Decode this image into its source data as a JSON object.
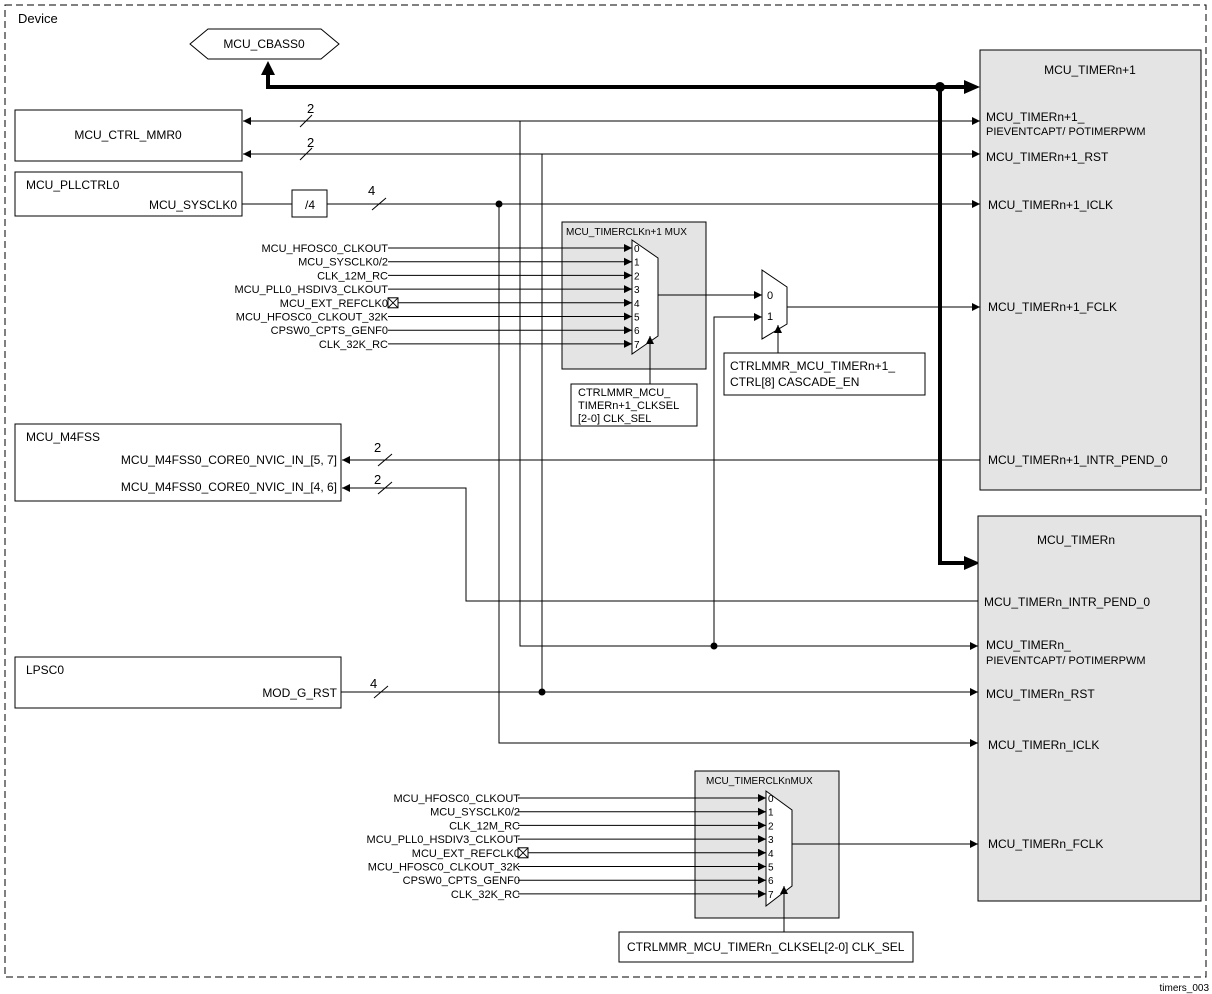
{
  "device_label": "Device",
  "cbass": "MCU_CBASS0",
  "figure_id": "timers_003",
  "ctrl_mmr": "MCU_CTRL_MMR0",
  "pllctrl": {
    "title": "MCU_PLLCTRL0",
    "port": "MCU_SYSCLK0"
  },
  "divider": "/4",
  "m4fss": {
    "title": "MCU_M4FSS",
    "port_a": "MCU_M4FSS0_CORE0_NVIC_IN_[5, 7]",
    "port_b": "MCU_M4FSS0_CORE0_NVIC_IN_[4, 6]"
  },
  "lpsc": {
    "title": "LPSC0",
    "port": "MOD_G_RST"
  },
  "bus_widths": {
    "ctrl_a": "2",
    "ctrl_b": "2",
    "sysclk": "4",
    "intr_a": "2",
    "intr_b": "2",
    "rst": "4"
  },
  "timer_n1": {
    "title": "MCU_TIMERn+1",
    "capt_1": "MCU_TIMERn+1_",
    "capt_2": "PIEVENTCAPT/ POTIMERPWM",
    "rst": "MCU_TIMERn+1_RST",
    "iclk": "MCU_TIMERn+1_ICLK",
    "fclk": "MCU_TIMERn+1_FCLK",
    "intr": "MCU_TIMERn+1_INTR_PEND_0"
  },
  "timer_n": {
    "title": "MCU_TIMERn",
    "intr": "MCU_TIMERn_INTR_PEND_0",
    "capt_1": "MCU_TIMERn_",
    "capt_2": "PIEVENTCAPT/ POTIMERPWM",
    "rst": "MCU_TIMERn_RST",
    "iclk": "MCU_TIMERn_ICLK",
    "fclk": "MCU_TIMERn_FCLK"
  },
  "mux_n1": {
    "title": "MCU_TIMERCLKn+1 MUX",
    "sel_1": "CTRLMMR_MCU_",
    "sel_2": "TIMERn+1_CLKSEL",
    "sel_3": "[2-0] CLK_SEL"
  },
  "mux_n": {
    "title": "MCU_TIMERCLKnMUX",
    "sel": "CTRLMMR_MCU_TIMERn_CLKSEL[2-0] CLK_SEL"
  },
  "cascade": {
    "in0": "0",
    "in1": "1",
    "sel_1": "CTRLMMR_MCU_TIMERn+1_",
    "sel_2": "CTRL[8] CASCADE_EN"
  },
  "clk_sources": [
    "MCU_HFOSC0_CLKOUT",
    "MCU_SYSCLK0/2",
    "CLK_12M_RC",
    "MCU_PLL0_HSDIV3_CLKOUT",
    "MCU_EXT_REFCLK0",
    "MCU_HFOSC0_CLKOUT_32K",
    "CPSW0_CPTS_GENF0",
    "CLK_32K_RC"
  ],
  "mux_inputs": [
    "0",
    "1",
    "2",
    "3",
    "4",
    "5",
    "6",
    "7"
  ]
}
